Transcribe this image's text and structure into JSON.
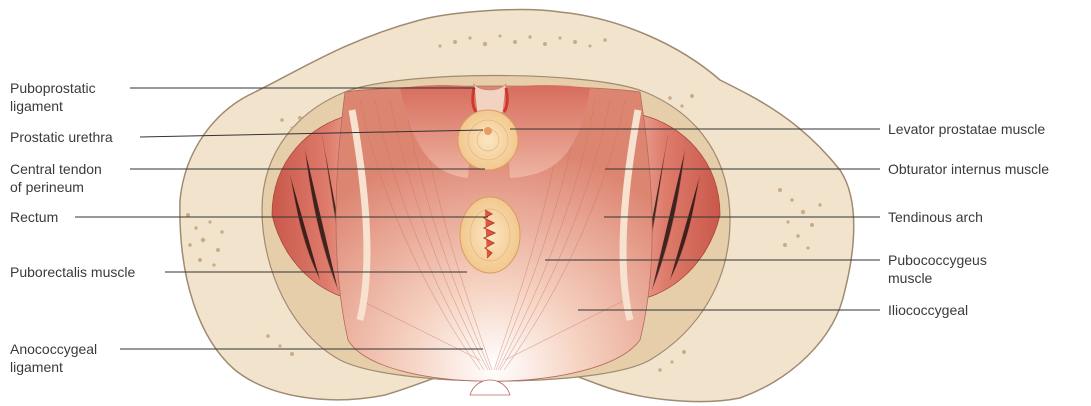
{
  "labels_left": [
    {
      "lines": [
        "Puboprostatic",
        "ligament"
      ]
    },
    {
      "lines": [
        "Prostatic urethra"
      ]
    },
    {
      "lines": [
        "Central tendon",
        "of perineum"
      ]
    },
    {
      "lines": [
        "Rectum"
      ]
    },
    {
      "lines": [
        "Puborectalis muscle"
      ]
    },
    {
      "lines": [
        "Anococcygeal",
        "ligament"
      ]
    }
  ],
  "labels_right": [
    {
      "lines": [
        "Levator prostatae muscle"
      ]
    },
    {
      "lines": [
        "Obturator internus muscle"
      ]
    },
    {
      "lines": [
        "Tendinous arch"
      ]
    },
    {
      "lines": [
        "Pubococcygeus",
        "muscle"
      ]
    },
    {
      "lines": [
        "Iliococcygeal"
      ]
    }
  ],
  "colors": {
    "bone": "#f2e3cc",
    "bone_outline": "#a08a72",
    "bone_inner": "#e6ceaa",
    "muscle": "#dc7a6c",
    "muscle_dark": "#c95a4c",
    "muscle_light": "#f4c8b6",
    "tendon": "#f3ddca",
    "organ": "#f8d8a4",
    "organ_ring": "#e7ad6c",
    "leader": "#333333",
    "text": "#3a3a3a"
  }
}
